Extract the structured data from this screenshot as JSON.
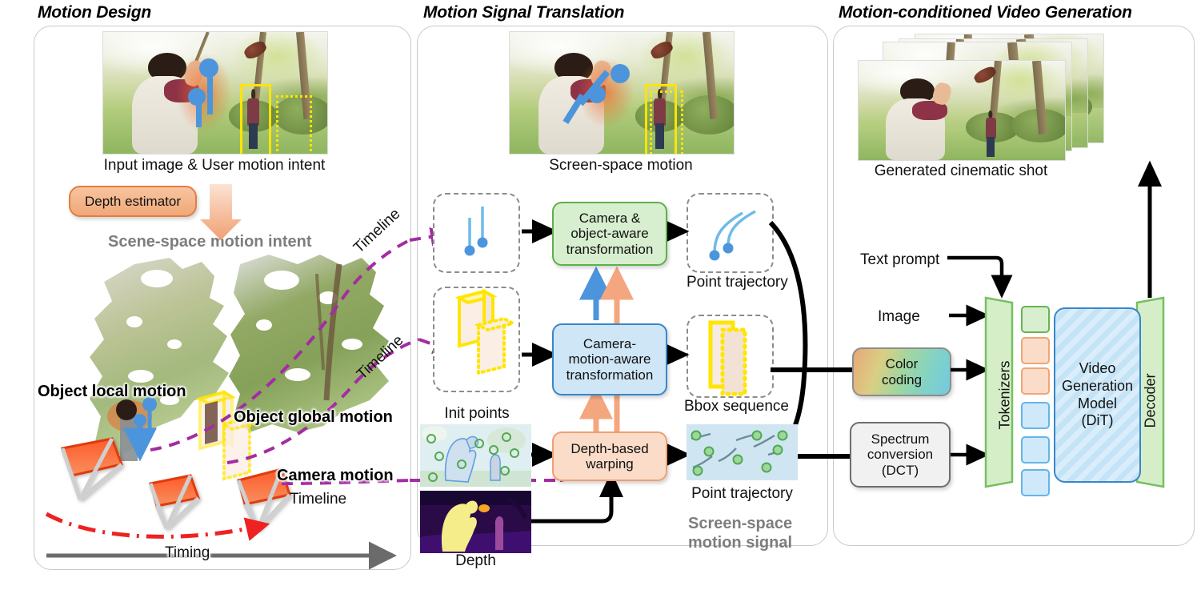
{
  "figure": {
    "panels": [
      {
        "id": "motion-design",
        "title": "Motion Design",
        "captions": {
          "input_image": "Input image & User motion intent",
          "depth_estimator": "Depth estimator",
          "scene_space": "Scene-space motion intent",
          "object_local_motion": "Object local motion",
          "object_global_motion": "Object global motion",
          "camera_motion": "Camera motion",
          "camera_timeline": "Timeline",
          "timing_axis": "Timing"
        },
        "timeline_labels": [
          "Timeline",
          "Timeline"
        ]
      },
      {
        "id": "motion-signal-translation",
        "title": "Motion Signal Translation",
        "captions": {
          "screen_space_motion": "Screen-space motion",
          "init_points": "Init points",
          "depth": "Depth",
          "point_trajectory_top": "Point trajectory",
          "bbox_sequence": "Bbox sequence",
          "point_trajectory_bottom": "Point trajectory",
          "screen_space_signal": "Screen-space\nmotion signal"
        },
        "blocks": [
          {
            "id": "camera-object-aware",
            "label": "Camera &\nobject-aware\ntransformation",
            "color": "#5cb04a",
            "fill": "#d7efce"
          },
          {
            "id": "camera-motion-aware",
            "label": "Camera-\nmotion-aware\ntransformation",
            "color": "#3a86c8",
            "fill": "#cfe6f7"
          },
          {
            "id": "depth-based-warping",
            "label": "Depth-based\nwarping",
            "color": "#ef9f72",
            "fill": "#fbdcc8"
          }
        ]
      },
      {
        "id": "motion-conditioned-video-generation",
        "title": "Motion-conditioned Video Generation",
        "captions": {
          "generated_shot": "Generated cinematic shot",
          "text_prompt": "Text prompt",
          "image": "Image"
        },
        "blocks": [
          {
            "id": "color-coding",
            "label": "Color\ncoding"
          },
          {
            "id": "spectrum-conversion",
            "label": "Spectrum\nconversion\n(DCT)"
          },
          {
            "id": "tokenizers",
            "label": "Tokenizers"
          },
          {
            "id": "video-generation-model",
            "label": "Video\nGeneration\nModel\n(DiT)"
          },
          {
            "id": "decoder",
            "label": "Decoder"
          }
        ]
      }
    ],
    "colors": {
      "panel_border": "#c9c9c9",
      "green": "#5cb04a",
      "blue": "#3a86c8",
      "orange": "#ef9f72",
      "grey_block": "#6e6e6e",
      "yellow_bbox": "#ffe500",
      "magenta_timeline": "#a32ca3",
      "red_camera_path": "#ee2222",
      "grey_text": "#7d7d7d",
      "point_green": "#4faa4f",
      "traj_blue": "#4c95dc"
    }
  }
}
